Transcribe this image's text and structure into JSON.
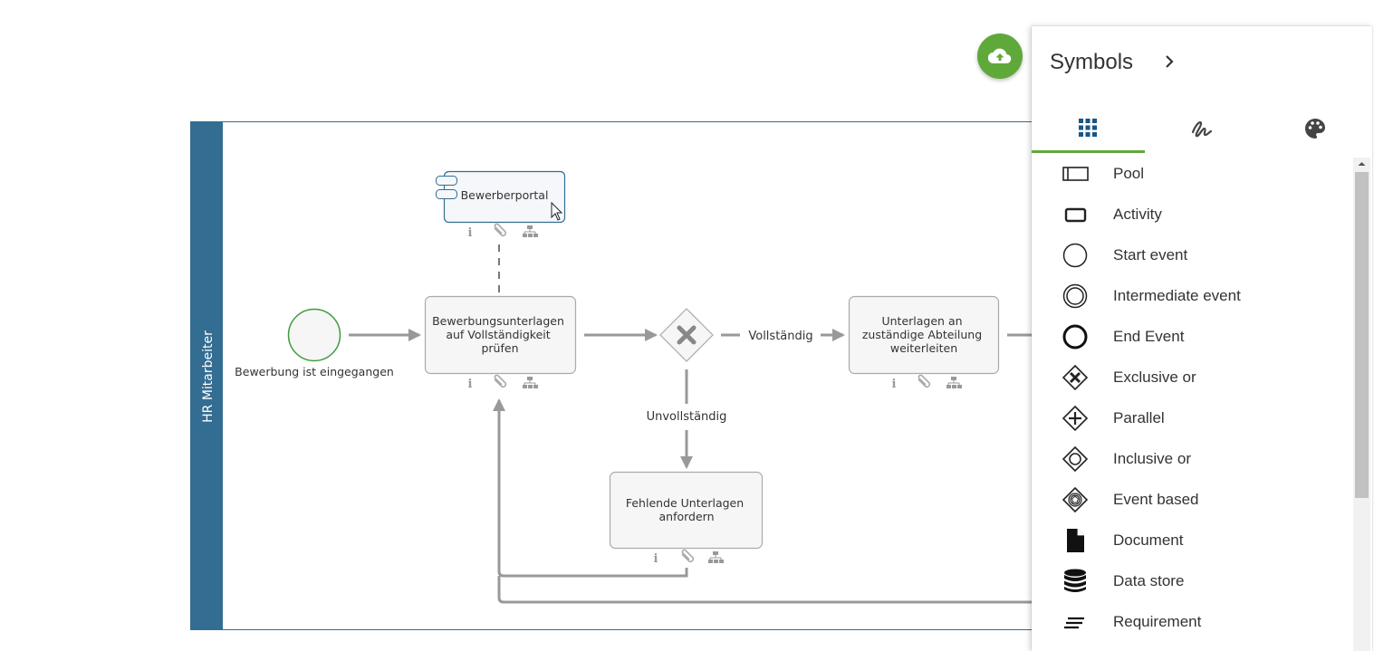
{
  "lane": {
    "label": "HR Mitarbeiter"
  },
  "diagram": {
    "start_event_label": "Bewerbung ist eingegangen",
    "system_label": "Bewerberportal",
    "task_check_label": [
      "Bewerbungsunterlagen",
      "auf Vollständigkeit",
      "prüfen"
    ],
    "gateway_yes_label": "Vollständig",
    "gateway_no_label": "Unvollständig",
    "task_forward_label": [
      "Unterlagen an",
      "zuständige Abteilung",
      "weiterleiten"
    ],
    "task_request_label": [
      "Fehlende Unterlagen",
      "anfordern"
    ]
  },
  "panel": {
    "title": "Symbols",
    "tabs": [
      {
        "name": "grid-icon",
        "active": true
      },
      {
        "name": "freehand-icon",
        "active": false
      },
      {
        "name": "palette-icon",
        "active": false
      }
    ],
    "items": [
      {
        "label": "Pool",
        "icon": "pool-icon"
      },
      {
        "label": "Activity",
        "icon": "activity-icon"
      },
      {
        "label": "Start event",
        "icon": "start-event-icon"
      },
      {
        "label": "Intermediate event",
        "icon": "intermediate-event-icon"
      },
      {
        "label": "End Event",
        "icon": "end-event-icon"
      },
      {
        "label": "Exclusive or",
        "icon": "exclusive-gateway-icon"
      },
      {
        "label": "Parallel",
        "icon": "parallel-gateway-icon"
      },
      {
        "label": "Inclusive or",
        "icon": "inclusive-gateway-icon"
      },
      {
        "label": "Event based",
        "icon": "event-based-gateway-icon"
      },
      {
        "label": "Document",
        "icon": "document-icon"
      },
      {
        "label": "Data store",
        "icon": "data-store-icon"
      },
      {
        "label": "Requirement",
        "icon": "requirement-icon"
      }
    ]
  },
  "colors": {
    "lane": "#336d91",
    "accent": "#5fa93a",
    "flow": "#999999",
    "tab_active": "#1a5584"
  }
}
